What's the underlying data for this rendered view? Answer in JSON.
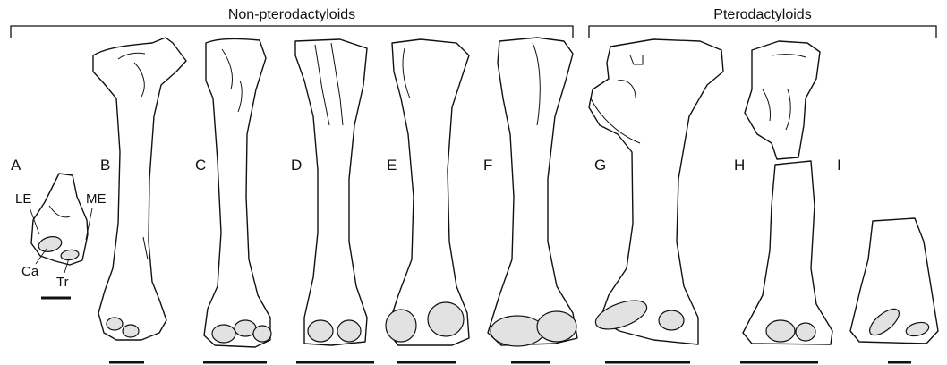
{
  "groups": {
    "non_pterodactyloids": "Non-pterodactyloids",
    "pterodactyloids": "Pterodactyloids"
  },
  "panels": {
    "a": "A",
    "b": "B",
    "c": "C",
    "d": "D",
    "e": "E",
    "f": "F",
    "g": "G",
    "h": "H",
    "i": "I"
  },
  "anatomy": {
    "le": "LE",
    "me": "ME",
    "ca": "Ca",
    "tr": "Tr"
  }
}
